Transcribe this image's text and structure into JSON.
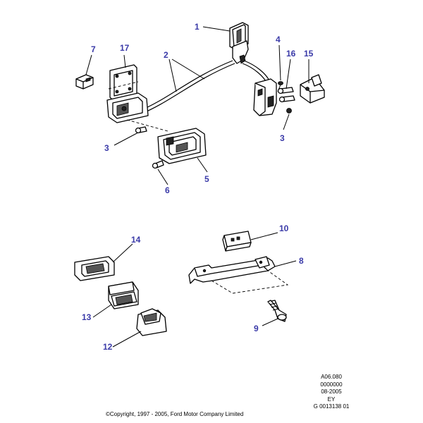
{
  "callouts": {
    "c1": "1",
    "c2": "2",
    "c3a": "3",
    "c3b": "3",
    "c4": "4",
    "c5": "5",
    "c6": "6",
    "c7": "7",
    "c8": "8",
    "c9": "9",
    "c10": "10",
    "c12": "12",
    "c13": "13",
    "c14": "14",
    "c15": "15",
    "c16": "16",
    "c17": "17"
  },
  "reference": {
    "line1": "A06.080",
    "line2": "0000000",
    "line3": "08-2005",
    "line4": "EY",
    "line5": "G 0013138 01"
  },
  "copyright": "©Copyright, 1997 - 2005, Ford Motor Company Limited",
  "colors": {
    "callout_text": "#3a3aa8",
    "line": "#000000",
    "background": "#ffffff"
  }
}
